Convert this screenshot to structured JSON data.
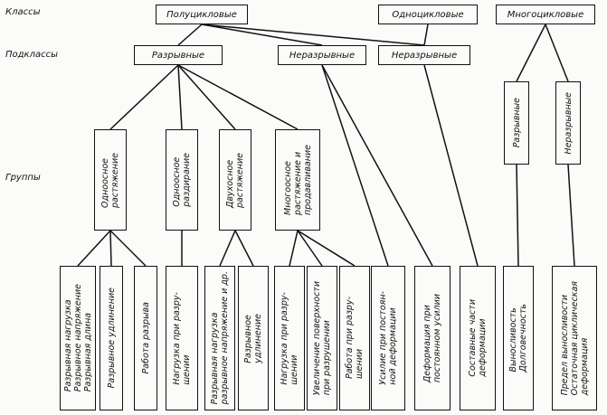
{
  "row_labels": {
    "classes": "Классы",
    "subclasses": "Подклассы",
    "groups": "Группы"
  },
  "classes": {
    "semi_cyclic": "Полуцикловые",
    "single_cyclic": "Одноцикловые",
    "multi_cyclic": "Многоцикловые"
  },
  "subclasses": {
    "breaking": "Разрывные",
    "non_breaking": "Неразрывные",
    "single_non_breaking": "Неразрывные",
    "multi_breaking": "Разрывные",
    "multi_non_breaking": "Неразрывные"
  },
  "groups": {
    "uniaxial_tension": "Одноосное\nрастяжение",
    "uniaxial_tearing": "Одноосное\nраздирание",
    "biaxial_tension": "Двухосное\nрастяжение",
    "multiaxial_tension": "Многоосное\nрастяжение и\nпродавливание"
  },
  "indicators": {
    "breaking_load": "Разрывная нагрузка\nРазрывное напряжение\nРазрывная длина",
    "breaking_elongation": "Разрывное удлинение",
    "work_of_rupture": "Работа разрыва",
    "tear_load": "Нагрузка при разру-\nшении",
    "biaxial_load": "Разрывная нагрузка\nразрывное напряжение и др.",
    "biaxial_elongation": "Разрывное\nудлинение",
    "multi_load": "Нагрузка при разру-\nшении",
    "surface_increase": "Увеличение поверхности\nпри разрушении",
    "multi_work": "Работа при разру-\nшении",
    "force_const_def": "Усилие при постоян-\nной деформации",
    "def_const_force": "Деформация при\nпостоянном усилии",
    "def_components": "Составные части\nдеформации",
    "endurance": "Выносливость\nДолговечность",
    "endurance_limit": "Предел выносливости\nОстаточная циклическая\nдеформация"
  }
}
